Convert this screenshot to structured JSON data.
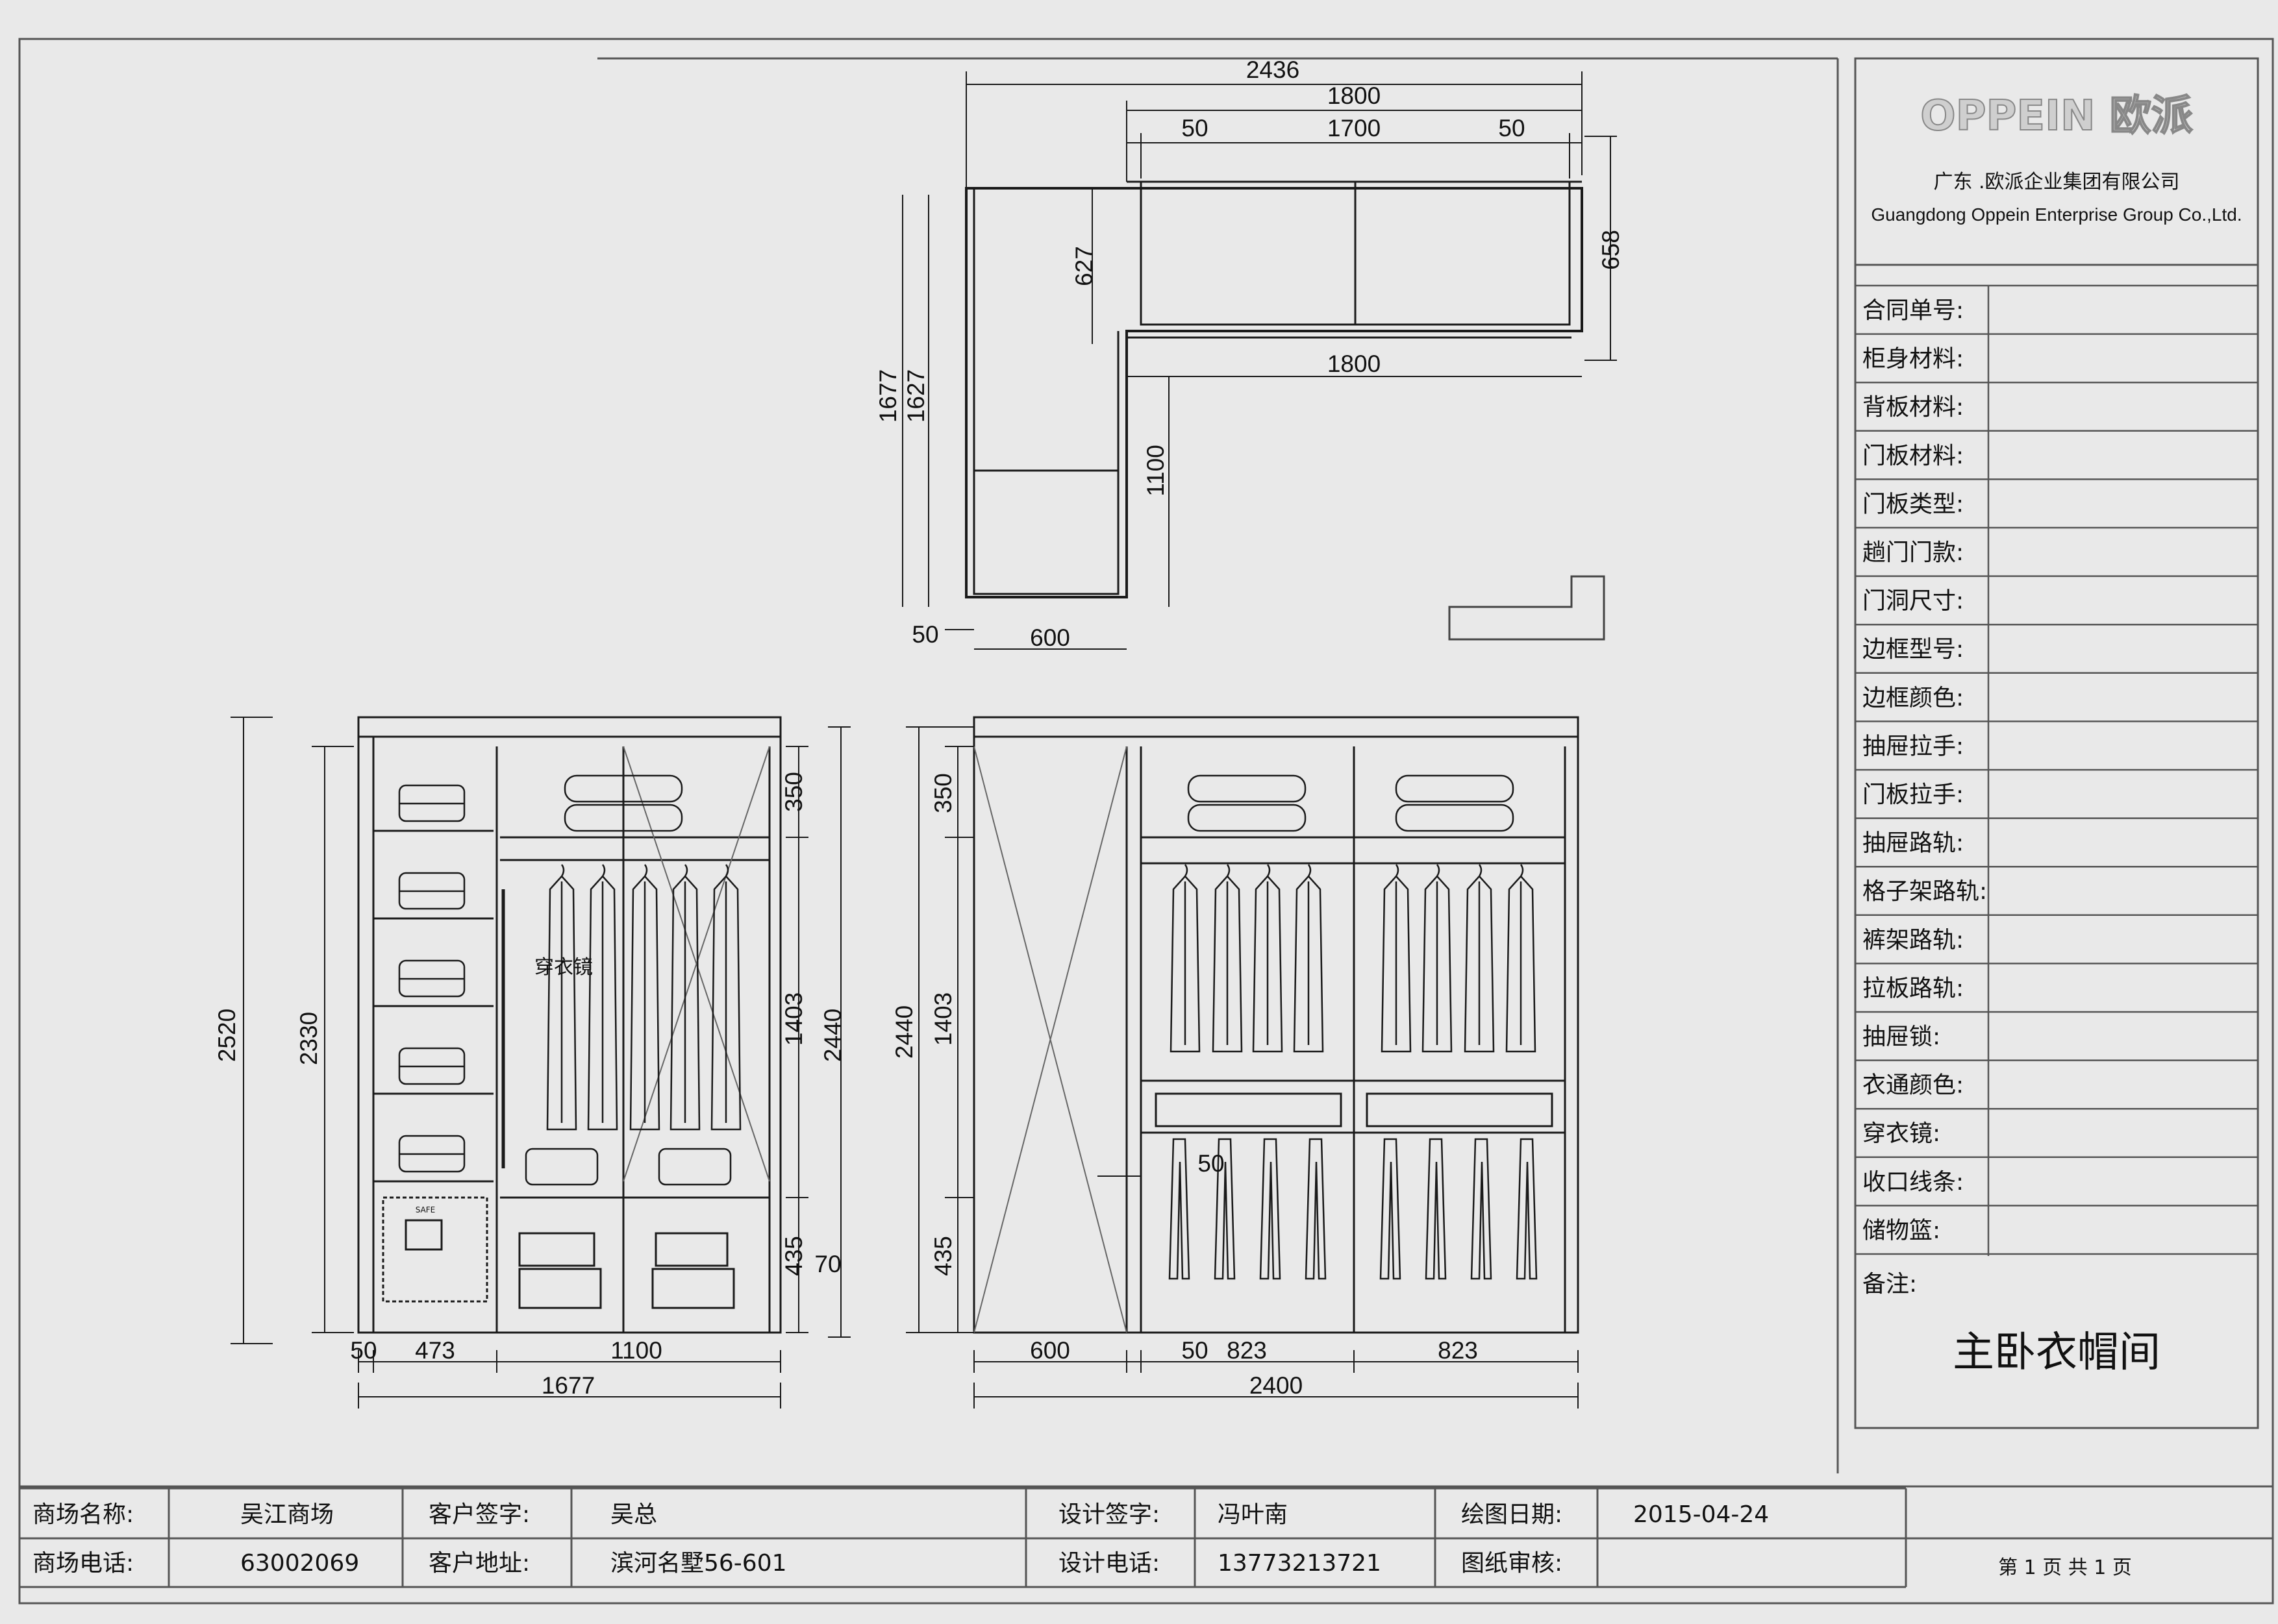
{
  "company": {
    "logo_text": "OPPEIN 欧派",
    "name_cn": "广东 .欧派企业集团有限公司",
    "name_en": "Guangdong Oppein Enterprise Group Co.,Ltd."
  },
  "spec_rows": [
    {
      "label": "合同单号:",
      "value": ""
    },
    {
      "label": "柜身材料:",
      "value": ""
    },
    {
      "label": "背板材料:",
      "value": ""
    },
    {
      "label": "门板材料:",
      "value": ""
    },
    {
      "label": "门板类型:",
      "value": ""
    },
    {
      "label": "趟门门款:",
      "value": ""
    },
    {
      "label": "门洞尺寸:",
      "value": ""
    },
    {
      "label": "边框型号:",
      "value": ""
    },
    {
      "label": "边框颜色:",
      "value": ""
    },
    {
      "label": "抽屉拉手:",
      "value": ""
    },
    {
      "label": "门板拉手:",
      "value": ""
    },
    {
      "label": "抽屉路轨:",
      "value": ""
    },
    {
      "label": "格子架路轨:",
      "value": ""
    },
    {
      "label": "裤架路轨:",
      "value": ""
    },
    {
      "label": "拉板路轨:",
      "value": ""
    },
    {
      "label": "抽屉锁:",
      "value": ""
    },
    {
      "label": "衣通颜色:",
      "value": ""
    },
    {
      "label": "穿衣镜:",
      "value": ""
    },
    {
      "label": "收口线条:",
      "value": ""
    },
    {
      "label": "储物篮:",
      "value": ""
    }
  ],
  "remark_label": "备注:",
  "room_name": "主卧衣帽间",
  "footer": {
    "row1": [
      {
        "label": "商场名称:",
        "value": "吴江商场"
      },
      {
        "label": "客户签字:",
        "value": "吴总"
      },
      {
        "label": "设计签字:",
        "value": "冯叶南"
      },
      {
        "label": "绘图日期:",
        "value": "2015-04-24"
      }
    ],
    "row2": [
      {
        "label": "商场电话:",
        "value": "63002069"
      },
      {
        "label": "客户地址:",
        "value": "滨河名墅56-601"
      },
      {
        "label": "设计电话:",
        "value": "13773213721"
      },
      {
        "label": "图纸审核:",
        "value": ""
      }
    ],
    "page_text": "第 1 页  共 1 页"
  },
  "plan_dims": {
    "top_overall": "2436",
    "top_1800": "1800",
    "top_left_50": "50",
    "top_1700": "1700",
    "top_right_50": "50",
    "right_658": "658",
    "inner_627": "627",
    "mid_1800": "1800",
    "left_1677": "1677",
    "left_1627": "1627",
    "mid_1100": "1100",
    "bottom_50": "50",
    "bottom_600": "600"
  },
  "elev_left_dims": {
    "h_2520": "2520",
    "h_2330": "2330",
    "r_350": "350",
    "r_1403": "1403",
    "r_2440": "2440",
    "r_435": "435",
    "r_70": "70",
    "b_50": "50",
    "b_473": "473",
    "b_1100": "1100",
    "b_1677": "1677",
    "mirror_label": "穿衣镜",
    "safe_label": "SAFE"
  },
  "elev_right_dims": {
    "h_2440": "2440",
    "h_350": "350",
    "h_1403": "1403",
    "h_435": "435",
    "inner_50": "50",
    "b_600": "600",
    "b_50": "50",
    "b_823a": "823",
    "b_823b": "823",
    "b_2400": "2400"
  },
  "colors": {
    "paper": "#e9e9e9",
    "line": "#1a1a1a",
    "frame": "#555555"
  }
}
